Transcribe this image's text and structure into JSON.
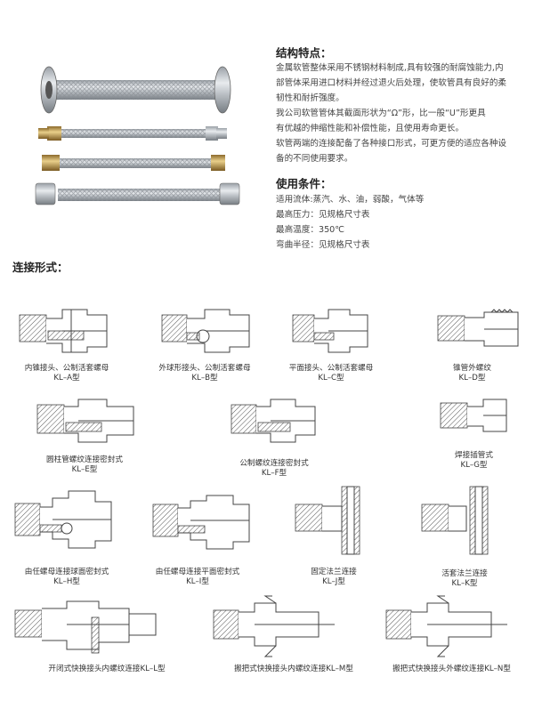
{
  "structure": {
    "heading": "结构特点：",
    "paragraphs": [
      "金属软管整体采用不锈钢材料制成,具有较强的耐腐蚀能力,内",
      "部管体采用进口材料并经过退火后处理，使软管具有良好的柔",
      "韧性和耐折强度。",
      "我公司软管管体其截面形状为“Ω”形，比一般“U”形更具",
      "有优越的伸缩性能和补偿性能，且使用寿命更长。",
      "软管两端的连接配备了各种接口形式，可更方便的适应各种设",
      "备的不同使用要求。"
    ]
  },
  "conditions": {
    "heading": "使用条件：",
    "lines": [
      "适用流体:蒸汽、水、油，弱酸，气体等",
      "最高压力：见规格尺寸表",
      "最高温度：350℃",
      "弯曲半径：见规格尺寸表"
    ]
  },
  "connections": {
    "heading": "连接形式：",
    "items": [
      {
        "name": "内锥接头、公制活套螺母",
        "code": "KL–A型"
      },
      {
        "name": "外球形接头、公制活套螺母",
        "code": "KL–B型"
      },
      {
        "name": "平面接头、公制活套螺母",
        "code": "KL–C型"
      },
      {
        "name": "锥管外螺纹",
        "code": "KL–D型"
      },
      {
        "name": "圆柱管螺纹连接密封式",
        "code": "KL–E型"
      },
      {
        "name": "公制螺纹连接密封式",
        "code": "KL–F型"
      },
      {
        "name": "焊接插管式",
        "code": "KL–G型"
      },
      {
        "name": "由任螺母连接球面密封式",
        "code": "KL–H型"
      },
      {
        "name": "由任螺母连接平面密封式",
        "code": "KL–I型"
      },
      {
        "name": "固定法兰连接",
        "code": "KL–J型"
      },
      {
        "name": "活套法兰连接",
        "code": "KL–K型"
      },
      {
        "name": "开闭式快换接头内螺纹连接KL–L型"
      },
      {
        "name": "搬把式快换接头内螺纹连接KL–M型"
      },
      {
        "name": "搬把式快换接头外螺纹连接KL–N型"
      }
    ]
  }
}
